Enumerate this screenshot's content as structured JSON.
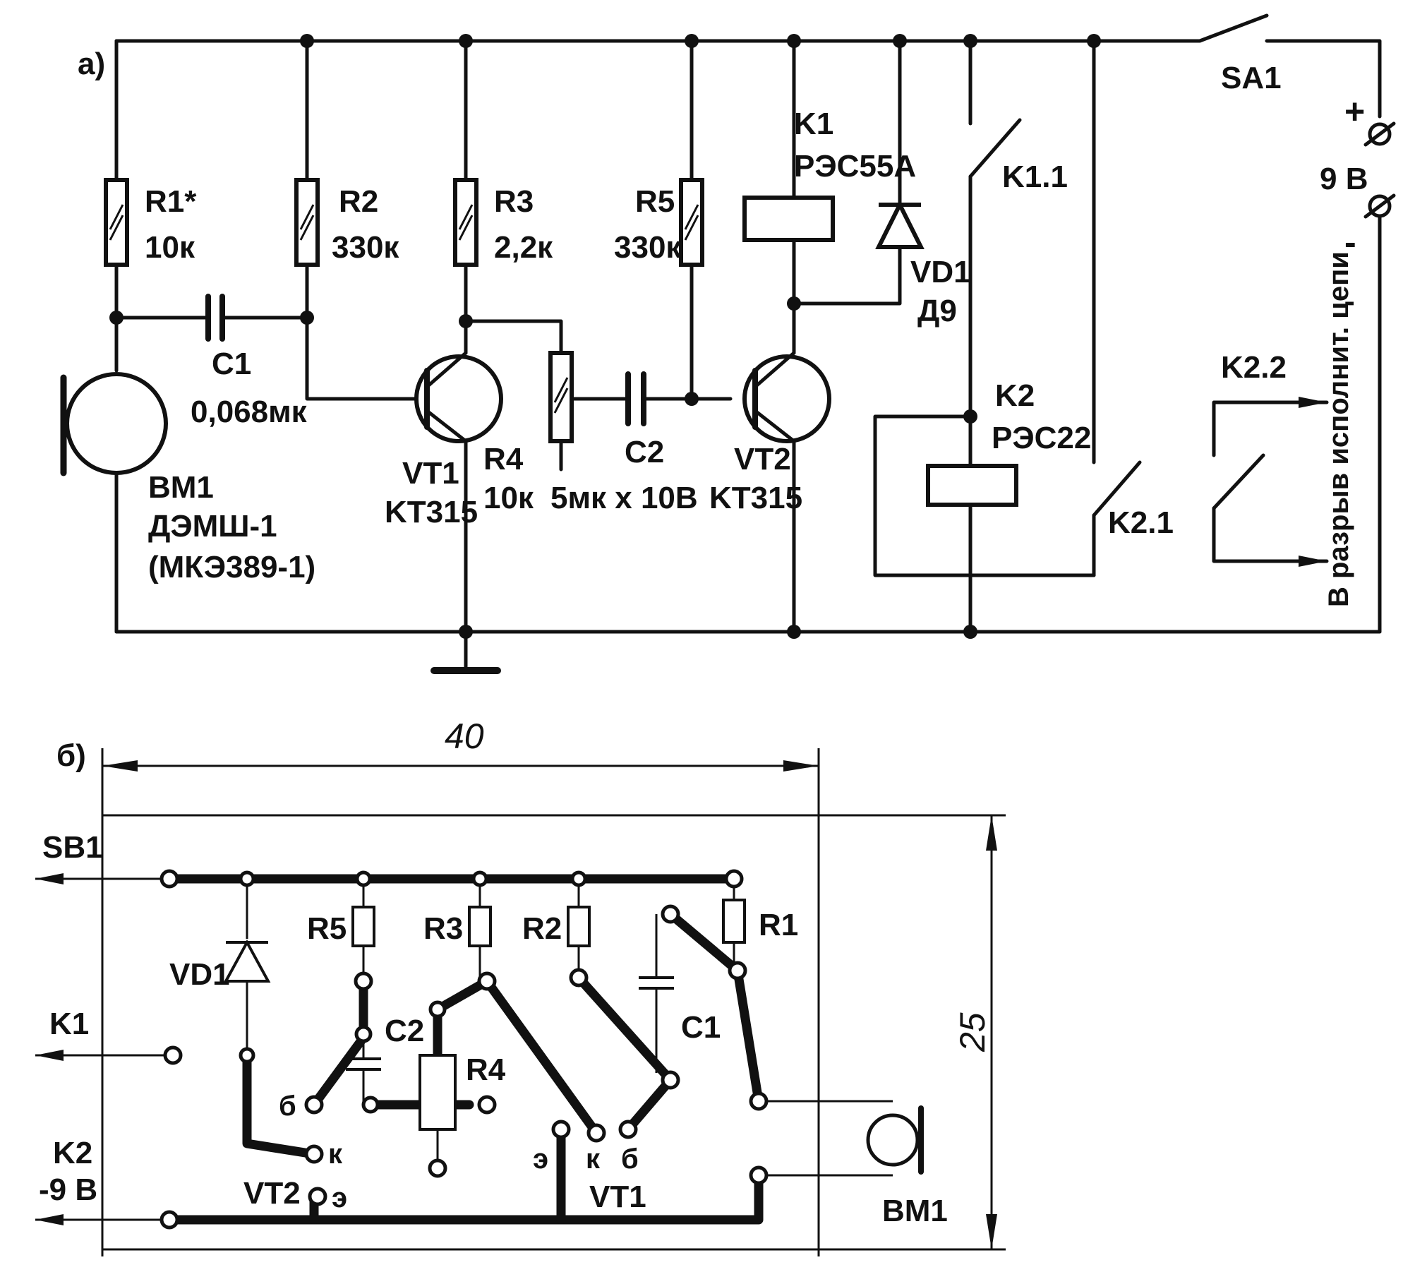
{
  "schematic_a": {
    "panel_label": "а)",
    "R1": {
      "name": "R1*",
      "value": "10к"
    },
    "R2": {
      "name": "R2",
      "value": "330к"
    },
    "R3": {
      "name": "R3",
      "value": "2,2к"
    },
    "R4": {
      "name": "R4",
      "value": "10к"
    },
    "R5": {
      "name": "R5",
      "value": "330к"
    },
    "C1": {
      "name": "C1",
      "value": "0,068мк"
    },
    "C2": {
      "name": "C2",
      "value": "5мк x 10B"
    },
    "VT1": {
      "name": "VT1",
      "type": "KT315"
    },
    "VT2": {
      "name": "VT2",
      "type": "KT315"
    },
    "BM1": {
      "name": "BM1",
      "type": "ДЭМШ-1",
      "alt": "(МКЭ389-1)"
    },
    "K1": {
      "name": "K1",
      "type": "РЭС55А"
    },
    "K2": {
      "name": "K2",
      "type": "РЭС22"
    },
    "VD1": {
      "name": "VD1",
      "type": "Д9"
    },
    "K1_1": "K1.1",
    "K2_1": "K2.1",
    "K2_2": "K2.2",
    "SA1": "SA1",
    "plus": "+",
    "minus": "-",
    "voltage": "9 В",
    "output_note": "В разрыв исполнит. цепи"
  },
  "board_b": {
    "panel_label": "б)",
    "width_dim": "40",
    "height_dim": "25",
    "SB1": "SB1",
    "K1": "K1",
    "K2": "K2",
    "neg_9v": "-9 В",
    "VD1": "VD1",
    "R1": "R1",
    "R2": "R2",
    "R3": "R3",
    "R4": "R4",
    "R5": "R5",
    "C1": "C1",
    "C2": "C2",
    "VT1": "VT1",
    "VT2": "VT2",
    "BM1": "BM1",
    "pin_b": "б",
    "pin_k": "к",
    "pin_e": "э"
  }
}
